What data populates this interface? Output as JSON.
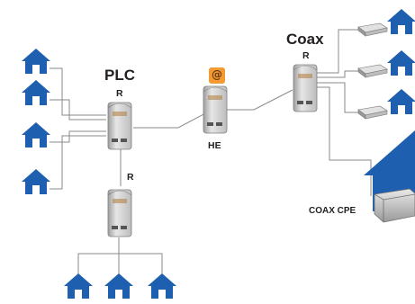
{
  "labels": {
    "plc": "PLC",
    "coax": "Coax",
    "he": "HE",
    "coax_cpe": "COAX CPE",
    "repeater_plc_top": "R",
    "repeater_plc_bottom": "R",
    "repeater_coax": "R",
    "internet_symbol": "@"
  },
  "colors": {
    "house_blue": "#1f5fb0",
    "house_door": "#ffffff",
    "device_body": "#cfcfcf",
    "device_edge": "#8a8a8a",
    "internet_badge": "#f39a33",
    "cable": "#8a8a8a"
  },
  "icons": [
    "house-icon",
    "repeater-device-icon",
    "modem-icon",
    "at-sign-icon"
  ]
}
